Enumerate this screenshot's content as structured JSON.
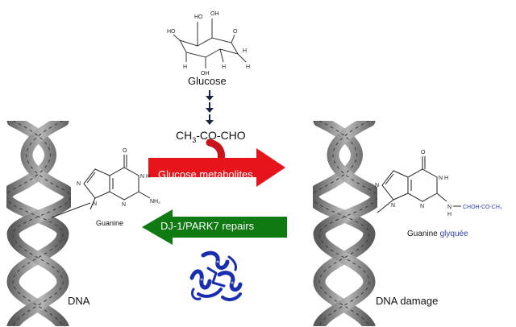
{
  "top": {
    "glucose_label": "Glucose",
    "methylglyoxal": {
      "prefix": "CH",
      "sub": "3",
      "suffix": "-CO-CHO"
    }
  },
  "left": {
    "guanine_label": "Guanine",
    "dna_label": "DNA",
    "atoms": {
      "o": "O",
      "n1": "N",
      "h1": "H",
      "nh2": "NH₂",
      "n3": "N",
      "n7": "N",
      "n9": "N"
    }
  },
  "right": {
    "guanine_label": "Guanine",
    "glyquee_label": "glyquée",
    "dna_damage_label": "DNA damage",
    "chain_label": "CHOH-CO-CH₃",
    "atoms": {
      "o": "O",
      "n1": "N",
      "h1": "H",
      "n2": "N",
      "h2": "H",
      "n3": "N",
      "n7": "N",
      "n9": "N"
    }
  },
  "arrows": {
    "forward_label": "Glucose metabolites",
    "forward_color": "#e8141c",
    "reverse_label": "DJ-1/PARK7 repairs",
    "reverse_color": "#0f7a12"
  },
  "glucose_atoms": {
    "o": "O",
    "oh1": "HO",
    "oh2": "OH",
    "oh3": "HO",
    "oh4": "OH",
    "h1": "H",
    "h2": "H",
    "h3": "H",
    "h4": "H"
  },
  "colors": {
    "protein": "#1a2fb0",
    "down_arrows": "#1c2340",
    "dna_strand": "#8c8c8c",
    "dna_strand_dark": "#505050"
  }
}
